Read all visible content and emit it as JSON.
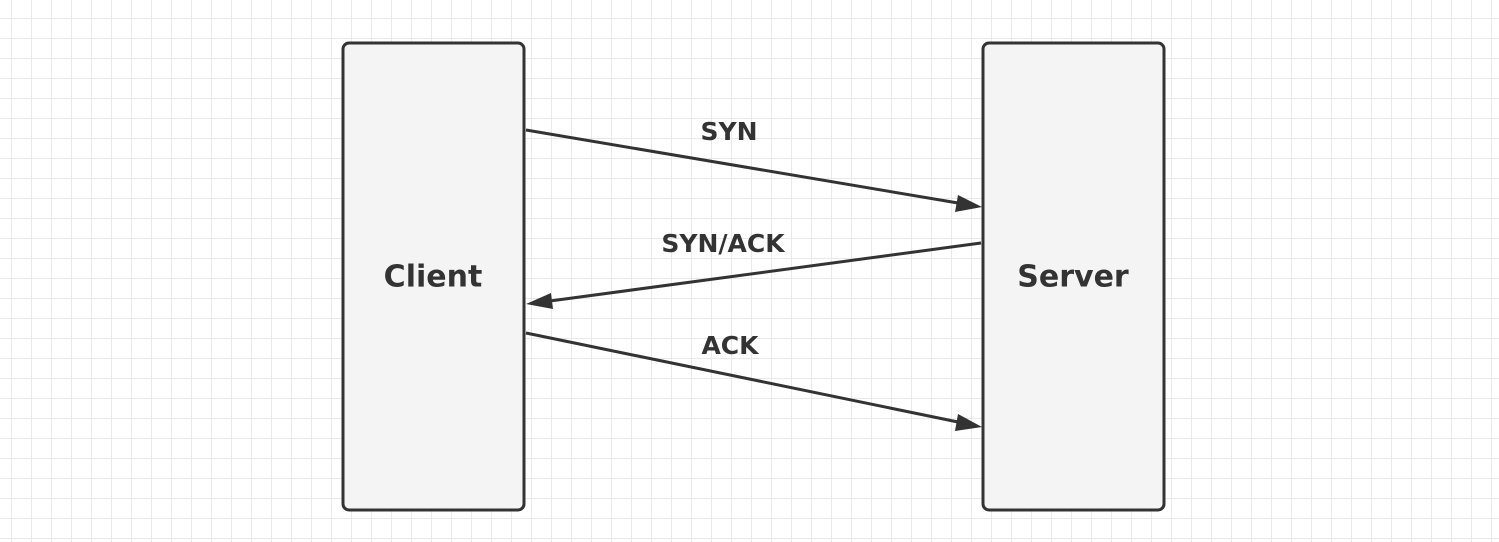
{
  "diagram": {
    "nodes": {
      "client": {
        "label": "Client"
      },
      "server": {
        "label": "Server"
      }
    },
    "edges": [
      {
        "from": "client",
        "to": "server",
        "label": "SYN"
      },
      {
        "from": "server",
        "to": "client",
        "label": "SYN/ACK"
      },
      {
        "from": "client",
        "to": "server",
        "label": "ACK"
      }
    ],
    "colors": {
      "stroke": "#333333",
      "node_fill": "#f4f4f4",
      "grid": "#e9e9e9",
      "background": "#ffffff"
    }
  }
}
